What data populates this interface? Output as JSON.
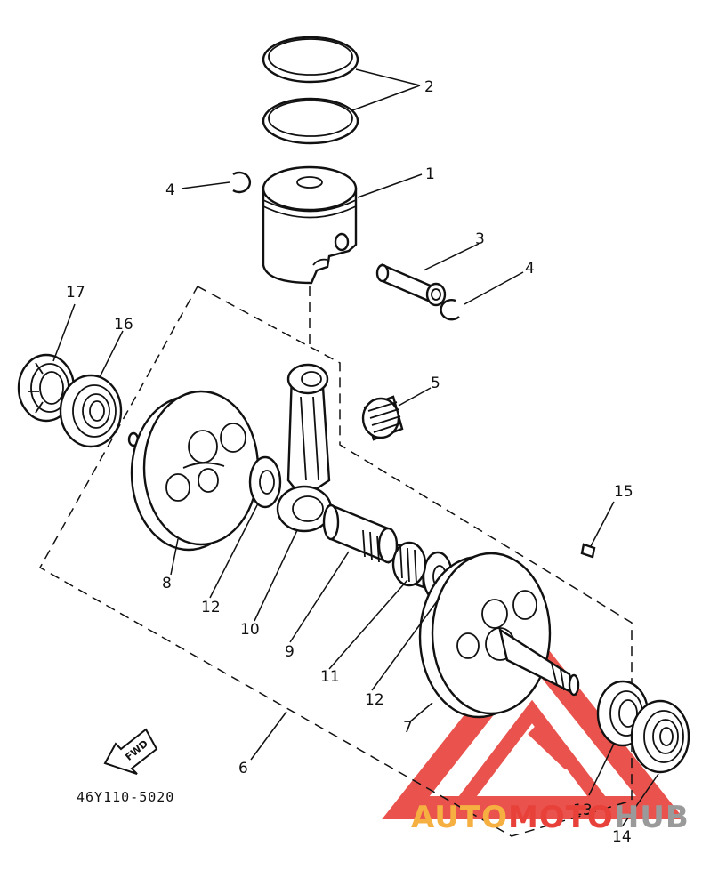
{
  "diagram": {
    "part_labels": [
      {
        "id": "p1",
        "text": "1"
      },
      {
        "id": "p2",
        "text": "2"
      },
      {
        "id": "p3",
        "text": "3"
      },
      {
        "id": "p4a",
        "text": "4"
      },
      {
        "id": "p4b",
        "text": "4"
      },
      {
        "id": "p5",
        "text": "5"
      },
      {
        "id": "p6",
        "text": "6"
      },
      {
        "id": "p7",
        "text": "7"
      },
      {
        "id": "p8",
        "text": "8"
      },
      {
        "id": "p9",
        "text": "9"
      },
      {
        "id": "p10",
        "text": "10"
      },
      {
        "id": "p11",
        "text": "11"
      },
      {
        "id": "p12a",
        "text": "12"
      },
      {
        "id": "p12b",
        "text": "12"
      },
      {
        "id": "p13",
        "text": "13"
      },
      {
        "id": "p14",
        "text": "14"
      },
      {
        "id": "p15",
        "text": "15"
      },
      {
        "id": "p16",
        "text": "16"
      },
      {
        "id": "p17",
        "text": "17"
      }
    ],
    "diagram_code": "46Y110-5020",
    "fwd_label": "FWD",
    "watermark": {
      "part1": "AUTO",
      "part2": "MOTO",
      "part3": "HUB",
      "color_orange": "#f5b041",
      "color_red": "#e8413a",
      "color_gray": "#9a9a9a"
    }
  }
}
